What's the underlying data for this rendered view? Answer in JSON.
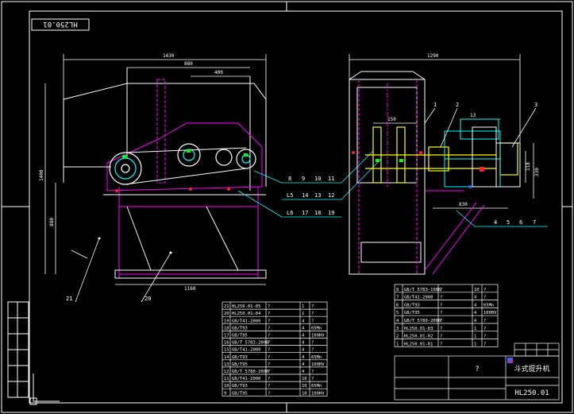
{
  "drawing": {
    "title_stamp": "HL250.01",
    "bottom_code": "HL250.01",
    "title_block_name": "斗式提升机",
    "title_block_sub": "?",
    "colors": {
      "background": "#000000",
      "frame": "#ffffff",
      "outline": "#ffffff",
      "magenta": "#ff00ff",
      "cyan": "#00ffff",
      "yellow": "#ffff00",
      "red": "#ff2020",
      "green": "#00ff00",
      "blue": "#4060ff"
    }
  },
  "front_view": {
    "dims": {
      "overall_width": "1430",
      "inner_width": "880",
      "top_width": "400",
      "height_total": "1400",
      "height_lower": "880",
      "base_width": "1160"
    },
    "callouts": {
      "c21": "21",
      "c20": "20"
    }
  },
  "side_view": {
    "dims": {
      "overall_width": "1290",
      "pulley": "150",
      "shaft": "13",
      "h1": "118",
      "h2": "330",
      "base": "830"
    },
    "callouts": {
      "c1": "1",
      "c2": "2",
      "c3": "3",
      "c4": "4",
      "c5": "5",
      "c6": "6",
      "c7": "7"
    }
  },
  "callout_rows": {
    "row1": [
      "8",
      "9",
      "10",
      "11"
    ],
    "row2": [
      "L5",
      "14",
      "13",
      "12"
    ],
    "row3": [
      "L6",
      "17",
      "18",
      "19"
    ]
  },
  "bom_left": [
    [
      "21",
      "HL250.01-05",
      "?",
      "1",
      "?"
    ],
    [
      "20",
      "HL250.01-04",
      "?",
      "1",
      "?"
    ],
    [
      "19",
      "GB/T41-2000",
      "?",
      "4",
      "?"
    ],
    [
      "18",
      "GB/T93",
      "?",
      "4",
      "65Mn"
    ],
    [
      "17",
      "GB/T95",
      "?",
      "4",
      "100HV"
    ],
    [
      "16",
      "GB/T 5783-2000",
      "?",
      "4",
      "?"
    ],
    [
      "15",
      "GB/T41-2000",
      "?",
      "4",
      "?"
    ],
    [
      "14",
      "GB/T93",
      "?",
      "4",
      "65Mn"
    ],
    [
      "13",
      "GB/T95",
      "?",
      "4",
      "100HV"
    ],
    [
      "12",
      "GB/T 5780-2000",
      "?",
      "4",
      "?"
    ],
    [
      "11",
      "GB/T41-2000",
      "?",
      "10",
      "?"
    ],
    [
      "10",
      "GB/T93",
      "?",
      "10",
      "65Mn"
    ],
    [
      "9",
      "GB/T95",
      "?",
      "10",
      "100HV"
    ]
  ],
  "bom_right": [
    [
      "8",
      "GB/T 5783-1986",
      "?",
      "10",
      "?"
    ],
    [
      "7",
      "GB/T41-2000",
      "?",
      "4",
      "?"
    ],
    [
      "6",
      "GB/T93",
      "?",
      "4",
      "65Mn"
    ],
    [
      "5",
      "GB/T95",
      "?",
      "4",
      "100HV"
    ],
    [
      "4",
      "GB/T 5780-2000",
      "?",
      "4",
      "?"
    ],
    [
      "3",
      "HL250.01-03",
      "?",
      "1",
      "?"
    ],
    [
      "2",
      "HL250.01-02",
      "?",
      "1",
      "?"
    ],
    [
      "1",
      "HL250.01-01",
      "?",
      "1",
      "?"
    ]
  ]
}
